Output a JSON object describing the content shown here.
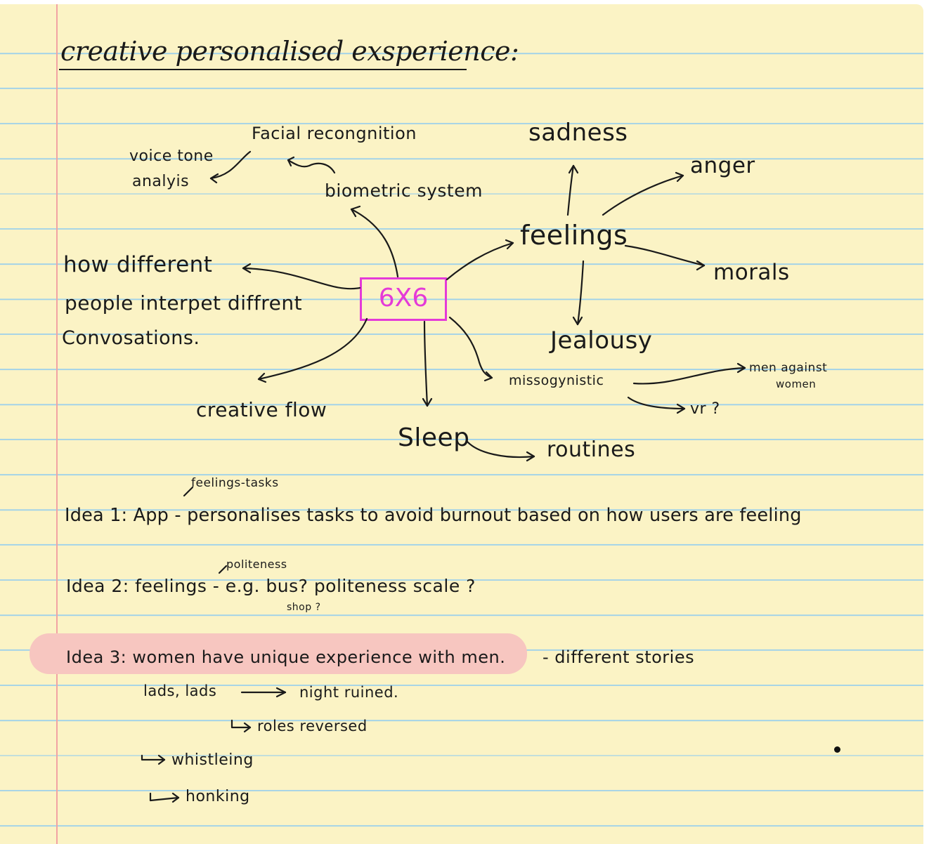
{
  "note": {
    "title": "creative personalised exsperience:",
    "center": "6X6",
    "mindmap": {
      "facial": "Facial recongnition",
      "voice_line1": "voice tone",
      "voice_line2": "analyis",
      "biometric": "biometric system",
      "how_line1": "how different",
      "how_line2": "people interpet diffrent",
      "how_line3": "Convosations.",
      "creative_flow": "creative flow",
      "sleep": "Sleep",
      "routines": "routines",
      "feelings": "feelings",
      "sadness": "sadness",
      "anger": "anger",
      "morals": "morals",
      "jealousy": "Jealousy",
      "misogynistic": "missogynistic",
      "men_against_line1": "men against",
      "men_against_line2": "women",
      "vr": "vr ?"
    },
    "ideas": {
      "idea1_annotation": "feelings-tasks",
      "idea1": "Idea 1: App - personalises tasks to avoid burnout based on how users are feeling",
      "idea2_annotation": "politeness",
      "idea2": "Idea 2: feelings - e.g. bus? politeness scale ?",
      "idea2_sub": "shop ?",
      "idea3": "Idea 3: women have unique experience with men.",
      "idea3_aside": "- different stories",
      "sub1": "lads, lads",
      "sub1_result": "night ruined.",
      "sub2": "roles reversed",
      "sub3": "whistleing",
      "sub4": "honking"
    },
    "colors": {
      "paper": "#fbf3c5",
      "rule_lines": "#9ed1ea",
      "margin_line": "#f2a3a3",
      "center_box": "#e43ad8",
      "highlight": "#f7c6c0"
    }
  }
}
